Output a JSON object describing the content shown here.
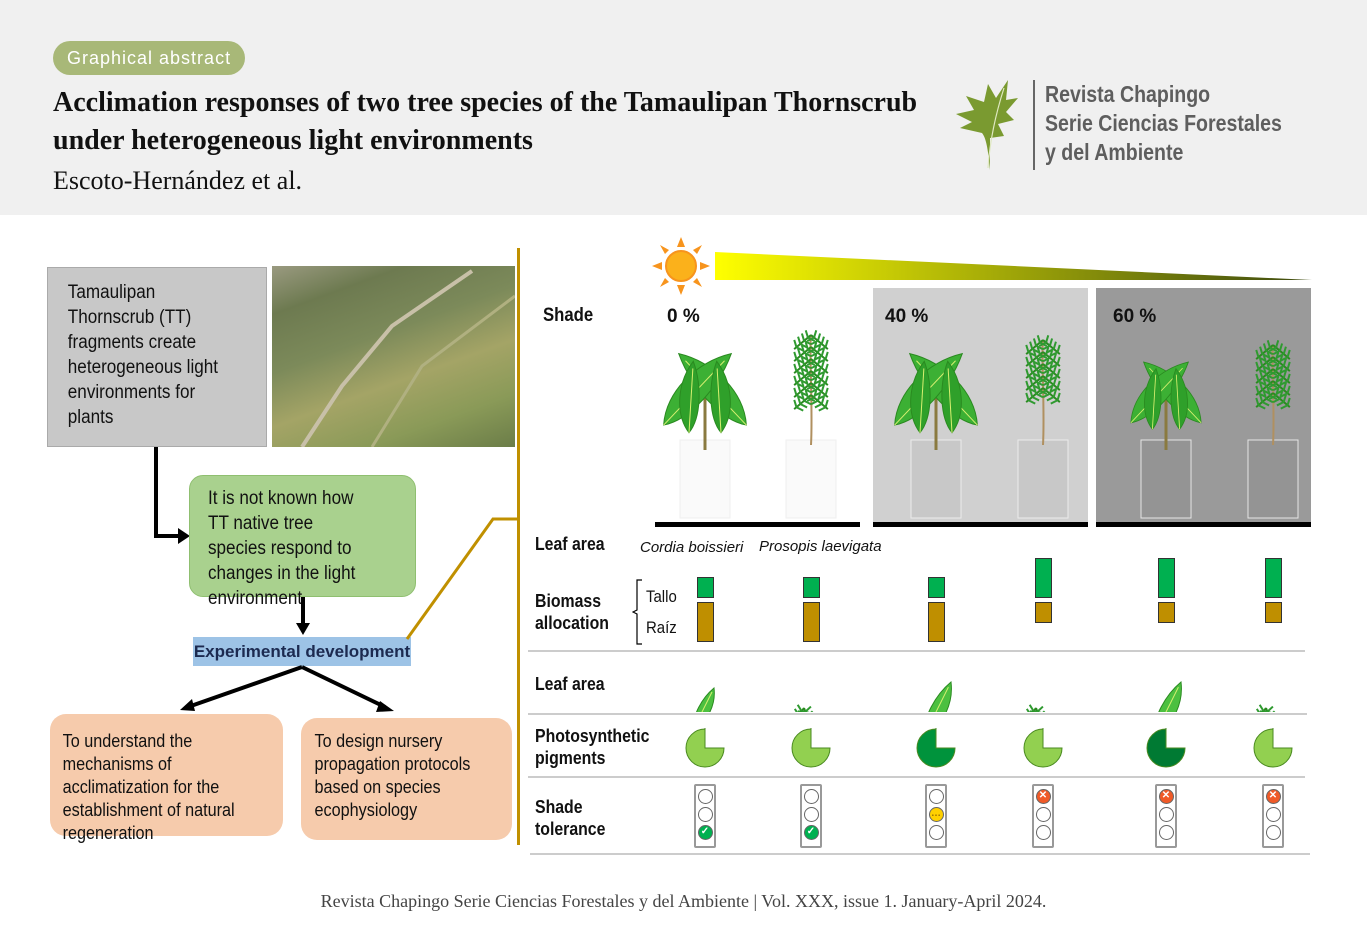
{
  "header": {
    "badge": "Graphical abstract",
    "title": "Acclimation responses of two tree species of the Tamaulipan Thornscrub under heterogeneous light environments",
    "authors": "Escoto-Hernández et al.",
    "journal": [
      "Revista Chapingo",
      "Serie Ciencias Forestales",
      "y del Ambiente"
    ]
  },
  "flow": {
    "context": "Tamaulipan Thornscrub (TT) fragments create heterogeneous light environments for plants",
    "gap": "It is not known how TT native tree species respond to changes in the light environment",
    "experimental": "Experimental development",
    "objective1": "To understand the mechanisms of acclimatization for the establishment of natural regeneration",
    "objective2": "To design nursery propagation protocols based on species ecophysiology"
  },
  "results": {
    "shade_label": "Shade",
    "shade_levels": [
      "0 %",
      "40 %",
      "60 %"
    ],
    "leaf_area_header": "Leaf area",
    "species": [
      "Cordia boissieri",
      "Prosopis laevigata"
    ],
    "biomass_label": "Biomass allocation",
    "tallo": "Tallo",
    "raiz": "Raíz",
    "leaf_area_label": "Leaf area",
    "pigments_label": "Photosynthetic pigments",
    "tolerance_label": "Shade tolerance",
    "columns": [
      {
        "species": "Cordia",
        "tallo": 1,
        "raiz": 2,
        "leaf": "broad",
        "leaf_size": 1,
        "pigment_color": "#92d050",
        "tolerance": "high"
      },
      {
        "species": "Prosopis",
        "tallo": 1,
        "raiz": 2,
        "leaf": "compound",
        "leaf_size": 1,
        "pigment_color": "#92d050",
        "tolerance": "high"
      },
      {
        "species": "Cordia",
        "tallo": 1,
        "raiz": 2,
        "leaf": "broad",
        "leaf_size": 1.3,
        "pigment_color": "#00933c",
        "tolerance": "medium"
      },
      {
        "species": "Prosopis",
        "tallo": 2,
        "raiz": 1,
        "leaf": "compound",
        "leaf_size": 0.8,
        "pigment_color": "#92d050",
        "tolerance": "low"
      },
      {
        "species": "Cordia",
        "tallo": 2,
        "raiz": 1,
        "leaf": "broad",
        "leaf_size": 1.3,
        "pigment_color": "#007a33",
        "tolerance": "low"
      },
      {
        "species": "Prosopis",
        "tallo": 2,
        "raiz": 1,
        "leaf": "compound",
        "leaf_size": 0.8,
        "pigment_color": "#92d050",
        "tolerance": "low"
      }
    ]
  },
  "footer": "Revista Chapingo Serie Ciencias Forestales y del Ambiente | Vol. XXX, issue 1. January-April 2024."
}
